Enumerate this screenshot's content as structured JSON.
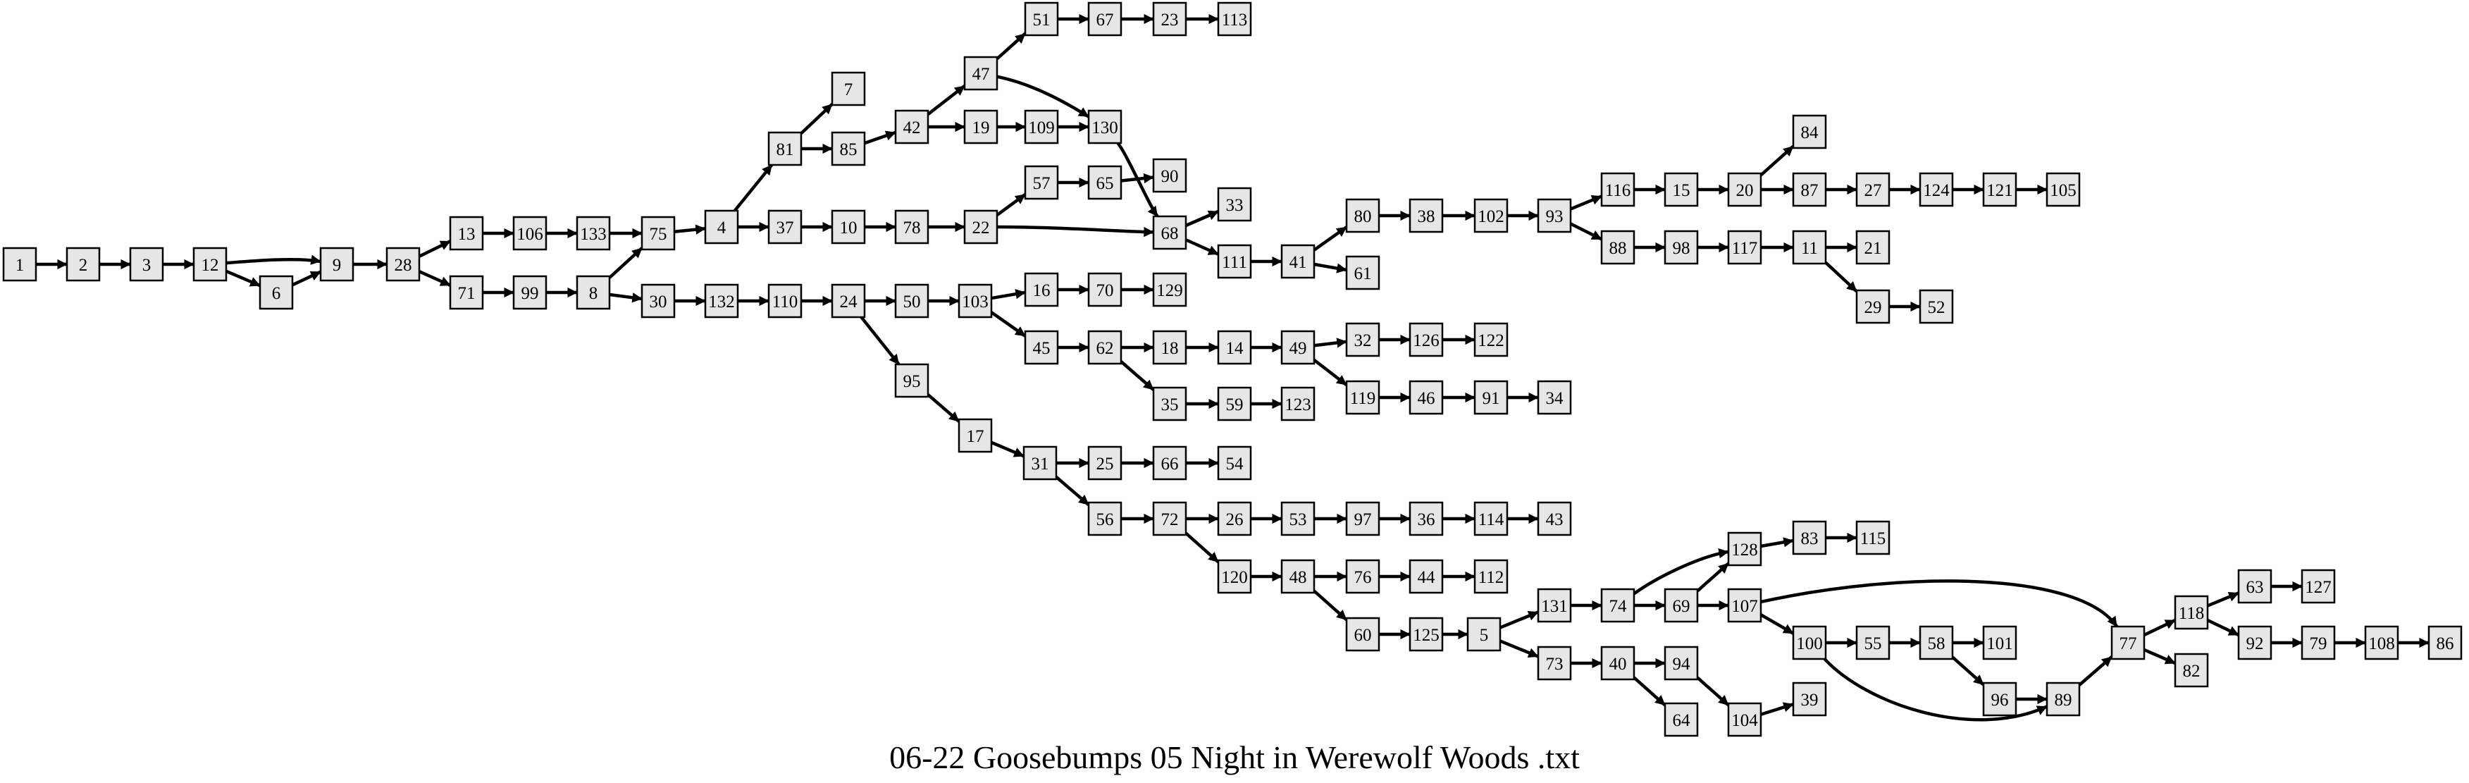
{
  "caption": "06-22  Goosebumps 05 Night in Werewolf Woods .txt",
  "colors": {
    "node_fill": "#e6e6e6",
    "stroke": "#000000",
    "background": "#ffffff"
  },
  "nodes": [
    "1",
    "2",
    "3",
    "12",
    "6",
    "9",
    "28",
    "13",
    "71",
    "106",
    "99",
    "133",
    "8",
    "75",
    "30",
    "4",
    "132",
    "81",
    "37",
    "110",
    "7",
    "85",
    "10",
    "24",
    "42",
    "78",
    "50",
    "95",
    "47",
    "19",
    "22",
    "103",
    "17",
    "51",
    "109",
    "57",
    "16",
    "45",
    "31",
    "67",
    "130",
    "65",
    "70",
    "62",
    "25",
    "56",
    "23",
    "90",
    "68",
    "129",
    "18",
    "35",
    "66",
    "72",
    "113",
    "33",
    "111",
    "14",
    "59",
    "54",
    "26",
    "120",
    "41",
    "49",
    "123",
    "53",
    "48",
    "80",
    "61",
    "32",
    "119",
    "97",
    "76",
    "60",
    "38",
    "126",
    "46",
    "36",
    "44",
    "125",
    "102",
    "122",
    "91",
    "114",
    "112",
    "5",
    "93",
    "34",
    "43",
    "131",
    "73",
    "116",
    "88",
    "74",
    "40",
    "15",
    "98",
    "69",
    "94",
    "64",
    "20",
    "117",
    "128",
    "107",
    "104",
    "84",
    "87",
    "11",
    "83",
    "100",
    "39",
    "27",
    "21",
    "29",
    "115",
    "55",
    "124",
    "52",
    "58",
    "121",
    "96",
    "105",
    "101",
    "89",
    "77",
    "118",
    "82",
    "63",
    "92",
    "127",
    "79",
    "108",
    "86"
  ],
  "edges": [
    [
      "1",
      "2"
    ],
    [
      "2",
      "3"
    ],
    [
      "3",
      "12"
    ],
    [
      "12",
      "9"
    ],
    [
      "12",
      "6"
    ],
    [
      "6",
      "9"
    ],
    [
      "9",
      "28"
    ],
    [
      "28",
      "13"
    ],
    [
      "28",
      "71"
    ],
    [
      "13",
      "106"
    ],
    [
      "71",
      "99"
    ],
    [
      "106",
      "133"
    ],
    [
      "99",
      "8"
    ],
    [
      "133",
      "75"
    ],
    [
      "8",
      "75"
    ],
    [
      "8",
      "30"
    ],
    [
      "75",
      "4"
    ],
    [
      "30",
      "132"
    ],
    [
      "4",
      "81"
    ],
    [
      "4",
      "37"
    ],
    [
      "132",
      "110"
    ],
    [
      "81",
      "7"
    ],
    [
      "81",
      "85"
    ],
    [
      "37",
      "10"
    ],
    [
      "110",
      "24"
    ],
    [
      "85",
      "42"
    ],
    [
      "10",
      "78"
    ],
    [
      "24",
      "50"
    ],
    [
      "24",
      "95"
    ],
    [
      "42",
      "47"
    ],
    [
      "42",
      "19"
    ],
    [
      "78",
      "22"
    ],
    [
      "50",
      "103"
    ],
    [
      "95",
      "17"
    ],
    [
      "47",
      "51"
    ],
    [
      "47",
      "130"
    ],
    [
      "19",
      "109"
    ],
    [
      "22",
      "57"
    ],
    [
      "22",
      "68"
    ],
    [
      "103",
      "16"
    ],
    [
      "103",
      "45"
    ],
    [
      "17",
      "31"
    ],
    [
      "51",
      "67"
    ],
    [
      "109",
      "130"
    ],
    [
      "57",
      "65"
    ],
    [
      "16",
      "70"
    ],
    [
      "45",
      "62"
    ],
    [
      "31",
      "25"
    ],
    [
      "31",
      "56"
    ],
    [
      "67",
      "23"
    ],
    [
      "130",
      "68"
    ],
    [
      "65",
      "90"
    ],
    [
      "70",
      "129"
    ],
    [
      "62",
      "18"
    ],
    [
      "62",
      "35"
    ],
    [
      "25",
      "66"
    ],
    [
      "56",
      "72"
    ],
    [
      "23",
      "113"
    ],
    [
      "68",
      "33"
    ],
    [
      "68",
      "111"
    ],
    [
      "18",
      "14"
    ],
    [
      "35",
      "59"
    ],
    [
      "66",
      "54"
    ],
    [
      "72",
      "26"
    ],
    [
      "72",
      "120"
    ],
    [
      "111",
      "41"
    ],
    [
      "14",
      "49"
    ],
    [
      "59",
      "123"
    ],
    [
      "26",
      "53"
    ],
    [
      "120",
      "48"
    ],
    [
      "41",
      "80"
    ],
    [
      "41",
      "61"
    ],
    [
      "49",
      "32"
    ],
    [
      "49",
      "119"
    ],
    [
      "53",
      "97"
    ],
    [
      "48",
      "76"
    ],
    [
      "48",
      "60"
    ],
    [
      "80",
      "38"
    ],
    [
      "32",
      "126"
    ],
    [
      "119",
      "46"
    ],
    [
      "97",
      "36"
    ],
    [
      "76",
      "44"
    ],
    [
      "60",
      "125"
    ],
    [
      "38",
      "102"
    ],
    [
      "126",
      "122"
    ],
    [
      "46",
      "91"
    ],
    [
      "36",
      "114"
    ],
    [
      "44",
      "112"
    ],
    [
      "125",
      "5"
    ],
    [
      "102",
      "93"
    ],
    [
      "91",
      "34"
    ],
    [
      "114",
      "43"
    ],
    [
      "5",
      "131"
    ],
    [
      "5",
      "73"
    ],
    [
      "93",
      "116"
    ],
    [
      "93",
      "88"
    ],
    [
      "131",
      "74"
    ],
    [
      "73",
      "40"
    ],
    [
      "116",
      "15"
    ],
    [
      "88",
      "98"
    ],
    [
      "74",
      "128"
    ],
    [
      "74",
      "69"
    ],
    [
      "40",
      "94"
    ],
    [
      "40",
      "64"
    ],
    [
      "15",
      "20"
    ],
    [
      "98",
      "117"
    ],
    [
      "69",
      "128"
    ],
    [
      "69",
      "107"
    ],
    [
      "94",
      "104"
    ],
    [
      "20",
      "84"
    ],
    [
      "20",
      "87"
    ],
    [
      "117",
      "11"
    ],
    [
      "128",
      "83"
    ],
    [
      "107",
      "100"
    ],
    [
      "107",
      "77"
    ],
    [
      "104",
      "39"
    ],
    [
      "87",
      "27"
    ],
    [
      "11",
      "21"
    ],
    [
      "11",
      "29"
    ],
    [
      "83",
      "115"
    ],
    [
      "100",
      "55"
    ],
    [
      "100",
      "89"
    ],
    [
      "27",
      "124"
    ],
    [
      "29",
      "52"
    ],
    [
      "55",
      "58"
    ],
    [
      "124",
      "121"
    ],
    [
      "58",
      "101"
    ],
    [
      "58",
      "96"
    ],
    [
      "121",
      "105"
    ],
    [
      "96",
      "89"
    ],
    [
      "89",
      "77"
    ],
    [
      "77",
      "118"
    ],
    [
      "77",
      "82"
    ],
    [
      "118",
      "63"
    ],
    [
      "118",
      "92"
    ],
    [
      "63",
      "127"
    ],
    [
      "92",
      "79"
    ],
    [
      "79",
      "108"
    ],
    [
      "108",
      "86"
    ]
  ]
}
